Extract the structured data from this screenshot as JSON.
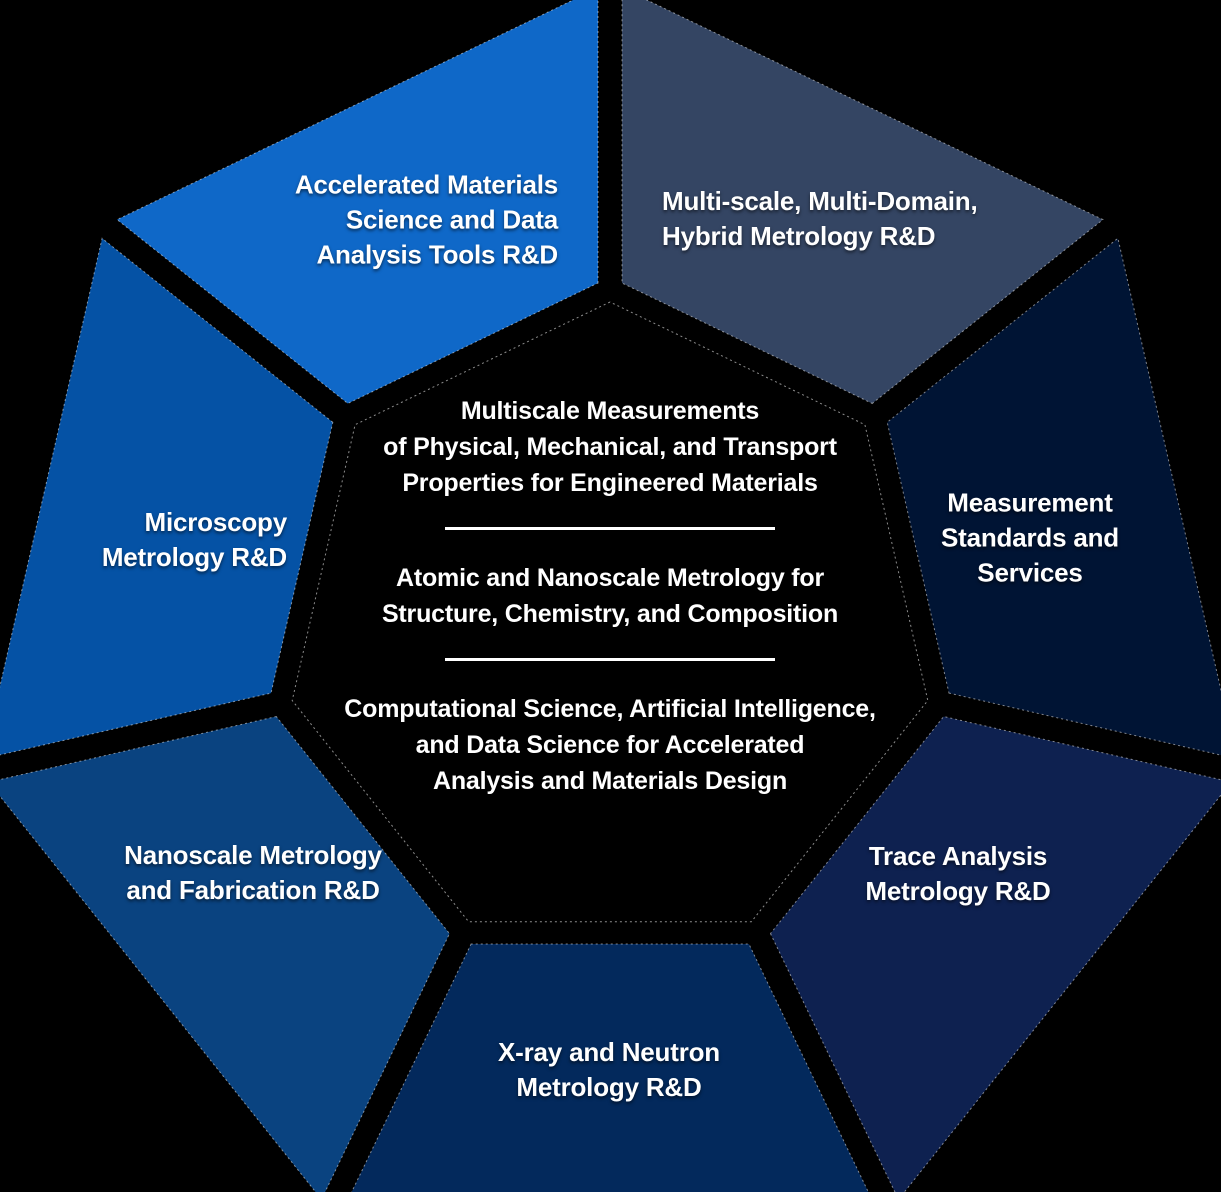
{
  "diagram": {
    "title": "Materials metrology program heptagon diagram",
    "background_color": "#000000",
    "text_color": "#FFFFFF",
    "center": {
      "fill_color": "#000000",
      "outline_style": "dashed-white",
      "blocks": [
        {
          "lines": [
            "Multiscale Measurements",
            "of Physical, Mechanical, and Transport",
            "Properties for Engineered Materials"
          ]
        },
        {
          "lines": [
            "Atomic and Nanoscale Metrology for",
            "Structure, Chemistry, and Composition"
          ]
        },
        {
          "lines": [
            "Computational Science, Artificial Intelligence,",
            "and Data Science for Accelerated",
            "Analysis and Materials Design"
          ]
        }
      ]
    },
    "segments": [
      {
        "id": "accelerated-materials-science",
        "lines": [
          "Accelerated Materials",
          "Science and Data",
          "Analysis Tools R&D"
        ],
        "color": "#0F68C8",
        "align": "right"
      },
      {
        "id": "microscopy-metrology",
        "lines": [
          "Microscopy",
          "Metrology R&D"
        ],
        "color": "#0552A5",
        "align": "right"
      },
      {
        "id": "nanoscale-metrology-fabrication",
        "lines": [
          "Nanoscale Metrology",
          "and Fabrication R&D"
        ],
        "color": "#0A4380",
        "align": "center"
      },
      {
        "id": "xray-neutron-metrology",
        "lines": [
          "X-ray and Neutron",
          "Metrology R&D"
        ],
        "color": "#03295C",
        "align": "center"
      },
      {
        "id": "trace-analysis-metrology",
        "lines": [
          "Trace Analysis",
          "Metrology R&D"
        ],
        "color": "#0E2150",
        "align": "center"
      },
      {
        "id": "measurement-standards-services",
        "lines": [
          "Measurement",
          "Standards and",
          "Services"
        ],
        "color": "#001434",
        "align": "center"
      },
      {
        "id": "multiscale-multidomain-hybrid",
        "lines": [
          "Multi-scale, Multi-Domain,",
          "Hybrid Metrology R&D"
        ],
        "color": "#344563",
        "align": "left"
      }
    ]
  }
}
